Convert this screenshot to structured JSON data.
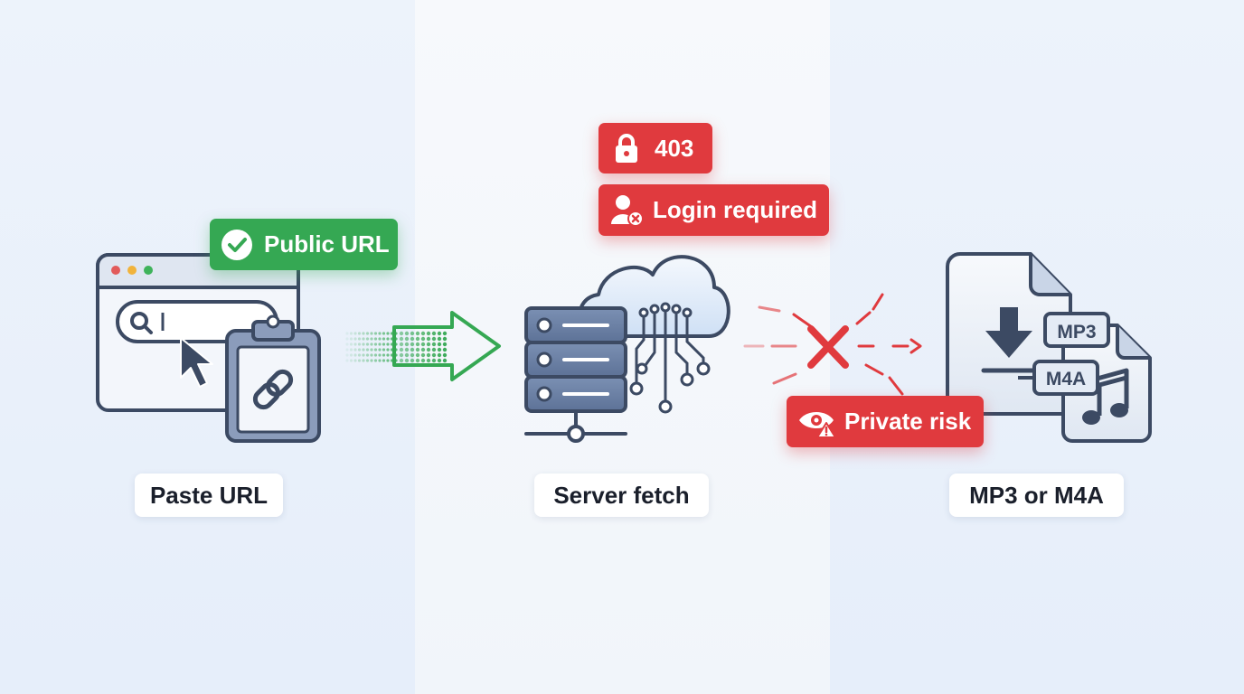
{
  "steps": [
    {
      "label": "Paste URL"
    },
    {
      "label": "Server fetch"
    },
    {
      "label": "MP3 or M4A"
    }
  ],
  "badges": {
    "public_url": "Public URL",
    "status_403": "403",
    "login_required": "Login required",
    "private_risk": "Private risk"
  },
  "formats": {
    "mp3": "MP3",
    "m4a": "M4A"
  },
  "colors": {
    "success": "#35a853",
    "error": "#e03a3e",
    "icon_stroke": "#3c4a63",
    "icon_fill": "#6f84a7"
  }
}
